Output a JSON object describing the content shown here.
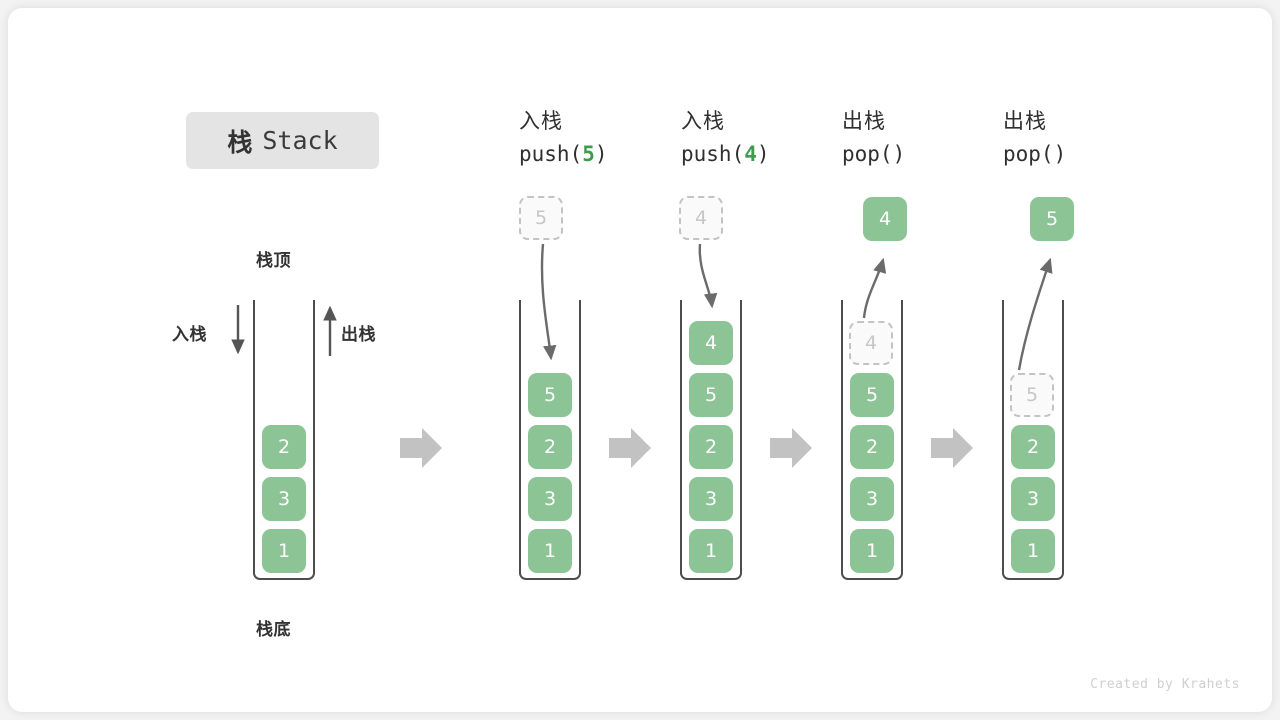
{
  "title": {
    "cn": "栈",
    "en": "Stack"
  },
  "labels": {
    "top": "栈顶",
    "bottom": "栈底",
    "push_side": "入栈",
    "pop_side": "出栈"
  },
  "footer": {
    "credit": "Created by Krahets"
  },
  "colors": {
    "cell_green": "#8cc496",
    "cell_text": "#ffffff",
    "ghost_bg": "#fafafa",
    "ghost_border": "#c3c3c3",
    "ghost_text": "#c6c6c6",
    "container_border": "#4d4d4d",
    "arrow_gray": "#6b6b6b",
    "step_arrow": "#c2c2c2",
    "badge_bg": "#e4e4e4",
    "accent_green": "#3f9c4f",
    "text_dark": "#333333"
  },
  "columns": [
    {
      "id": "initial",
      "caption_cn": "",
      "caption_code_prefix": "",
      "caption_arg": "",
      "caption_code_suffix": "",
      "cells": [
        "2",
        "3",
        "1"
      ],
      "incoming": null,
      "outgoing": null,
      "ghost_slot": null
    },
    {
      "id": "push-5",
      "caption_cn": "入栈",
      "caption_code_prefix": "push(",
      "caption_arg": "5",
      "caption_code_suffix": ")",
      "cells": [
        "5",
        "2",
        "3",
        "1"
      ],
      "incoming": "5",
      "outgoing": null,
      "ghost_slot": null
    },
    {
      "id": "push-4",
      "caption_cn": "入栈",
      "caption_code_prefix": "push(",
      "caption_arg": "4",
      "caption_code_suffix": ")",
      "cells": [
        "4",
        "5",
        "2",
        "3",
        "1"
      ],
      "incoming": "4",
      "outgoing": null,
      "ghost_slot": null
    },
    {
      "id": "pop-4",
      "caption_cn": "出栈",
      "caption_code_prefix": "pop(",
      "caption_arg": "",
      "caption_code_suffix": ")",
      "cells": [
        "5",
        "2",
        "3",
        "1"
      ],
      "incoming": null,
      "outgoing": "4",
      "ghost_slot": "4"
    },
    {
      "id": "pop-5",
      "caption_cn": "出栈",
      "caption_code_prefix": "pop(",
      "caption_arg": "",
      "caption_code_suffix": ")",
      "cells": [
        "2",
        "3",
        "1"
      ],
      "incoming": null,
      "outgoing": "5",
      "ghost_slot": "5"
    }
  ],
  "step_arrows": [
    {
      "id": "step-1"
    },
    {
      "id": "step-2"
    },
    {
      "id": "step-3"
    },
    {
      "id": "step-4"
    }
  ]
}
